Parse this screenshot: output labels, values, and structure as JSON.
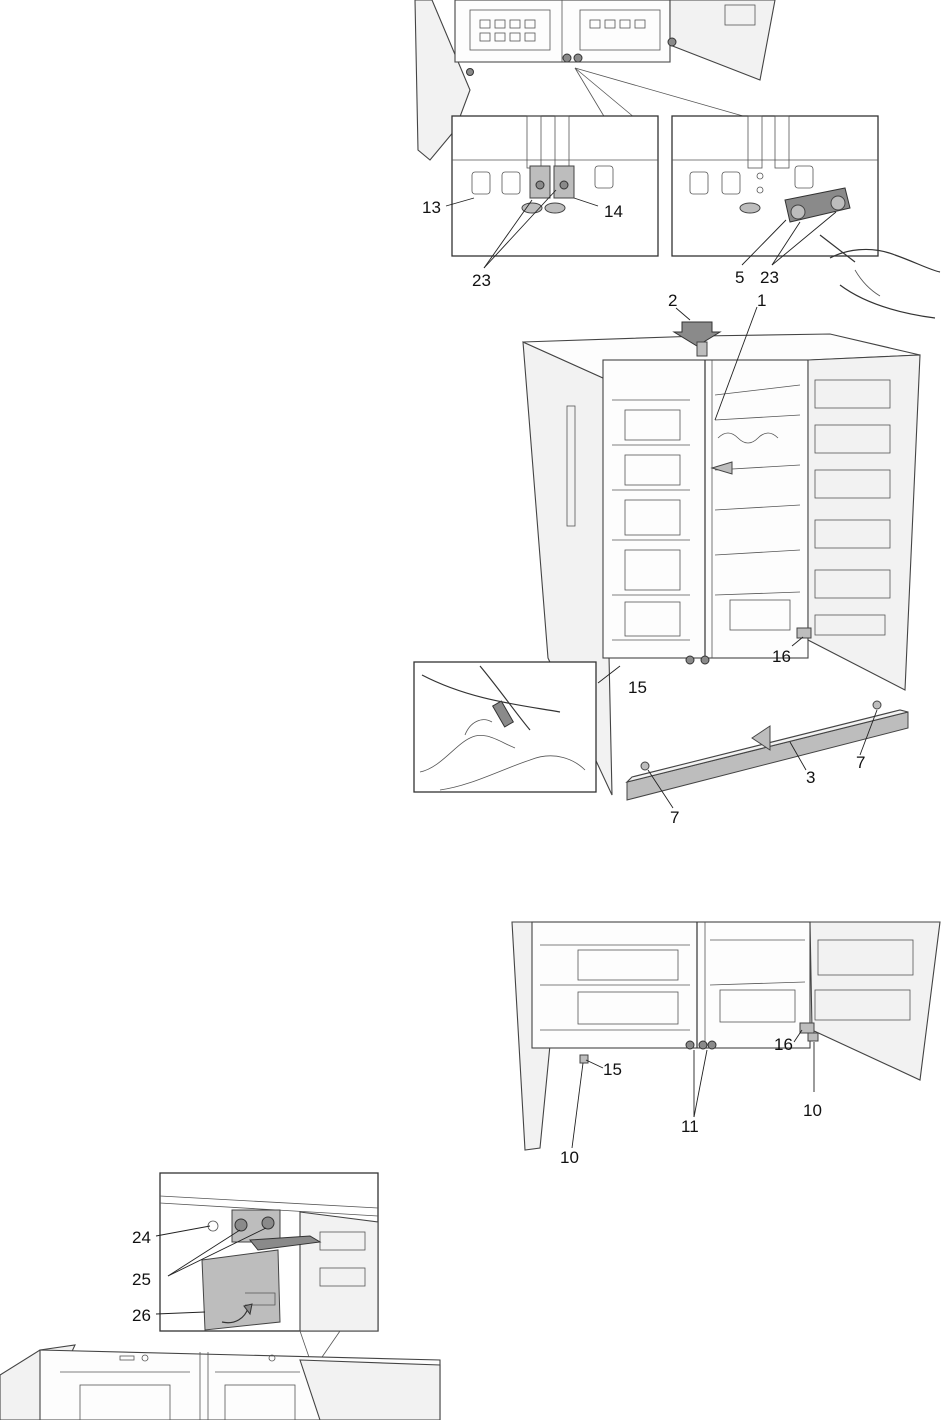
{
  "figure1": {
    "labels": {
      "l13": "13",
      "l14": "14",
      "l23a": "23",
      "l5": "5",
      "l23b": "23"
    }
  },
  "figure2": {
    "labels": {
      "l2": "2",
      "l1": "1",
      "l16": "16",
      "l15": "15",
      "l7a": "7",
      "l3": "3",
      "l7b": "7"
    }
  },
  "figure3": {
    "labels": {
      "l15": "15",
      "l16": "16",
      "l10a": "10",
      "l11": "11",
      "l10b": "10"
    }
  },
  "figure4": {
    "labels": {
      "l24": "24",
      "l25": "25",
      "l26": "26"
    }
  }
}
